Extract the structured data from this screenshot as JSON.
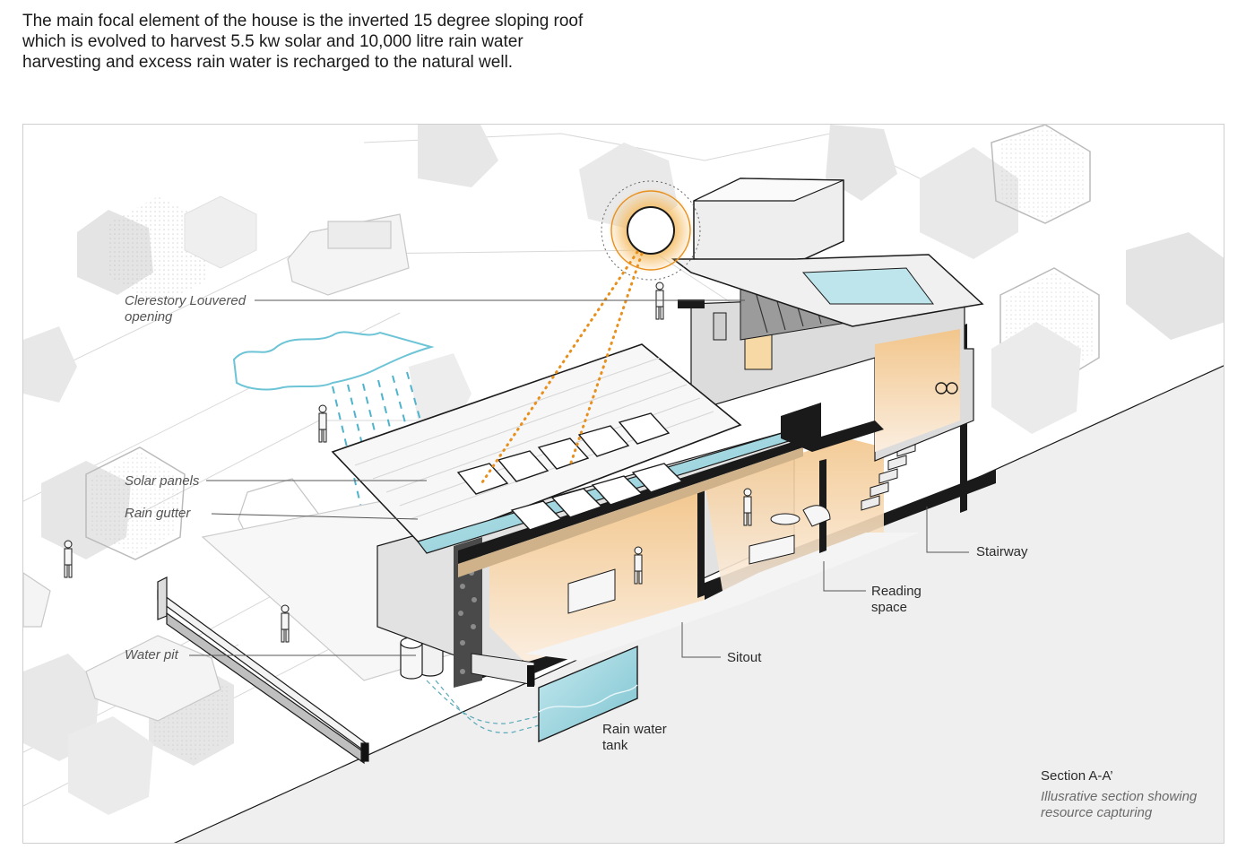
{
  "description": {
    "lines": [
      "The main focal element of the house is the inverted 15 degree sloping roof",
      "which is evolved to harvest 5.5 kw solar and 10,000 litre rain water",
      "harvesting and excess rain water is recharged to the natural well."
    ]
  },
  "labels": {
    "clerestory": [
      "Clerestory Louvered",
      "opening"
    ],
    "solar_panels": "Solar panels",
    "rain_gutter": "Rain gutter",
    "water_pit": "Water pit",
    "stairway": "Stairway",
    "reading_space": [
      "Reading",
      "space"
    ],
    "sitout": "Sitout",
    "rain_water_tank": [
      "Rain water",
      "tank"
    ]
  },
  "section": {
    "title": "Section A-A’",
    "subtitle": [
      "Illusrative section showing",
      "resource capturing"
    ]
  },
  "colors": {
    "sun_rays": "#e8901e",
    "rain": "#4fb3cc",
    "water": "#9fd6e0",
    "warm_interior": "#f2c68c",
    "ink": "#1a1a1a",
    "context_gray": "#e6e6e6"
  }
}
